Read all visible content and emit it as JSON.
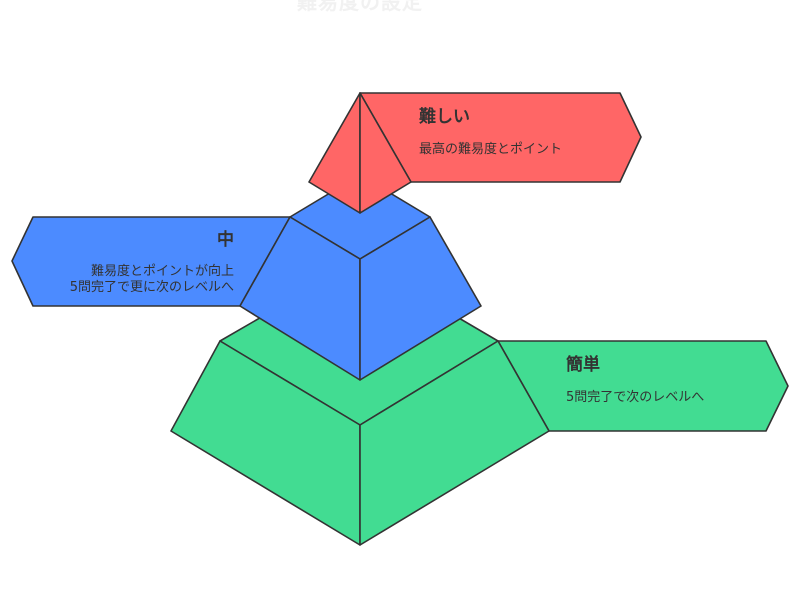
{
  "title": "難易度の設定",
  "colors": {
    "hard": "#ff6666",
    "medium": "#4c8bff",
    "easy": "#42dc92",
    "stroke": "#333333"
  },
  "levels": {
    "hard": {
      "title": "難しい",
      "lines": [
        "最高の難易度とポイント"
      ]
    },
    "medium": {
      "title": "中",
      "lines": [
        "難易度とポイントが向上",
        "5問完了で更に次のレベルへ"
      ]
    },
    "easy": {
      "title": "簡単",
      "lines": [
        "5問完了で次のレベルへ"
      ]
    }
  }
}
